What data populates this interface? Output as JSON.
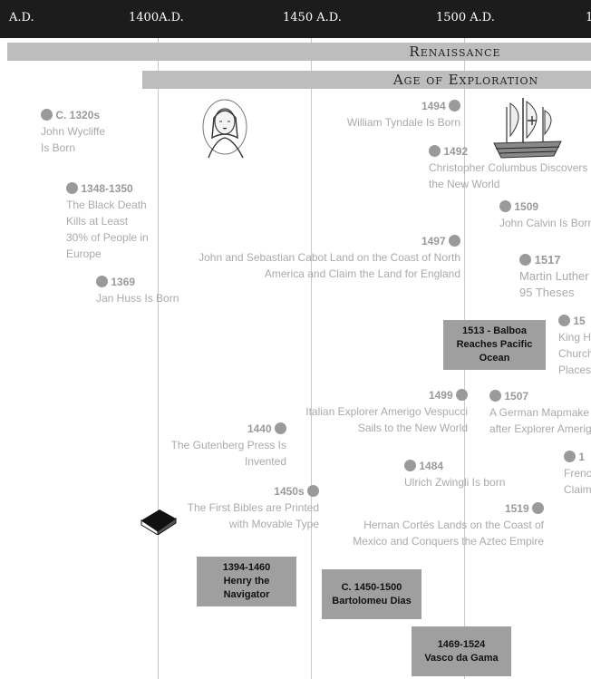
{
  "axis": {
    "years": [
      "A.D.",
      "1400A.D.",
      "1450 A.D.",
      "1500 A.D.",
      "1"
    ]
  },
  "eras": {
    "renaissance": "Renaissance",
    "exploration": "Age of Exploration"
  },
  "events": [
    {
      "date": "C. 1320s",
      "text1": "John Wycliffe",
      "text2": "Is Born"
    },
    {
      "date": "1348-1350",
      "text1": "The Black Death",
      "text2": "Kills at Least",
      "text3": "30% of People in",
      "text4": "Europe"
    },
    {
      "date": "1369",
      "text1": "Jan Huss Is Born"
    },
    {
      "date": "1494",
      "text1": "William Tyndale Is Born"
    },
    {
      "date": "1492",
      "text1": "Christopher Columbus Discovers",
      "text2": "the New World"
    },
    {
      "date": "1509",
      "text1": "John Calvin Is Born"
    },
    {
      "date": "1497",
      "text1": "John and Sebastian Cabot Land on the Coast of North",
      "text2": "America and Claim the Land for England"
    },
    {
      "date": "1517",
      "text1": "Martin Luther",
      "text2": "95 Theses"
    },
    {
      "date": "15",
      "text1": "King H",
      "text2": "Church",
      "text3": "Places"
    },
    {
      "date": "1499",
      "text1": "Italian Explorer Amerigo Vespucci",
      "text2": "Sails to the New World"
    },
    {
      "date": "1507",
      "text1": "A German Mapmake",
      "text2": "after Explorer Amerig"
    },
    {
      "date": "1440",
      "text1": "The Gutenberg Press Is",
      "text2": "Invented"
    },
    {
      "date": "1484",
      "text1": "Ulrich Zwingli Is born"
    },
    {
      "date": "1",
      "text1": "Frenc",
      "text2": "Claim"
    },
    {
      "date": "1450s",
      "text1": "The First Bibles are Printed",
      "text2": "with Movable Type"
    },
    {
      "date": "1519",
      "text1": "Hernan Cortés Lands on the Coast of",
      "text2": "Mexico and Conquers the Aztec Empire"
    }
  ],
  "boxes": [
    {
      "line1": "1513 - Balboa",
      "line2": "Reaches Pacific",
      "line3": "Ocean"
    },
    {
      "line1": "1394-1460",
      "line2": "Henry the",
      "line3": "Navigator"
    },
    {
      "line1": "C. 1450-1500",
      "line2": "Bartolomeu Dias"
    },
    {
      "line1": "1469-1524",
      "line2": "Vasco da Gama"
    }
  ],
  "icons": [
    "portrait-icon",
    "ship-icon",
    "book-icon"
  ]
}
